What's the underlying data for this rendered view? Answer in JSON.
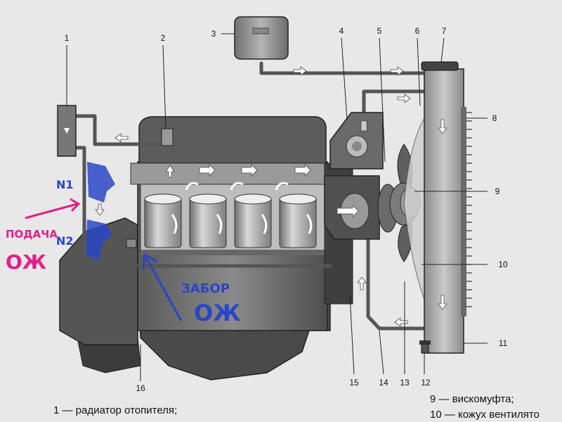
{
  "callouts": {
    "n1": "1",
    "n2": "2",
    "n3": "3",
    "n4": "4",
    "n5": "5",
    "n6": "6",
    "n7": "7",
    "n8": "8",
    "n9": "9",
    "n10": "10",
    "n11": "11",
    "n12": "12",
    "n13": "13",
    "n14": "14",
    "n15": "15",
    "n16": "16"
  },
  "legend": {
    "item1": "1 — радиатор отопителя;",
    "item9": "9 — вискомуфта;",
    "item10": "10 — кожух вентилято"
  },
  "annotations": {
    "label_n1": "N1",
    "label_n2": "N2",
    "label_podacha": "ПОДАЧА",
    "label_oj_left": "ОЖ",
    "label_zabor": "ЗАБОР",
    "label_oj_right": "ОЖ"
  },
  "colors": {
    "annotation_blue": "#2a45c8",
    "annotation_pink": "#e0208a"
  }
}
